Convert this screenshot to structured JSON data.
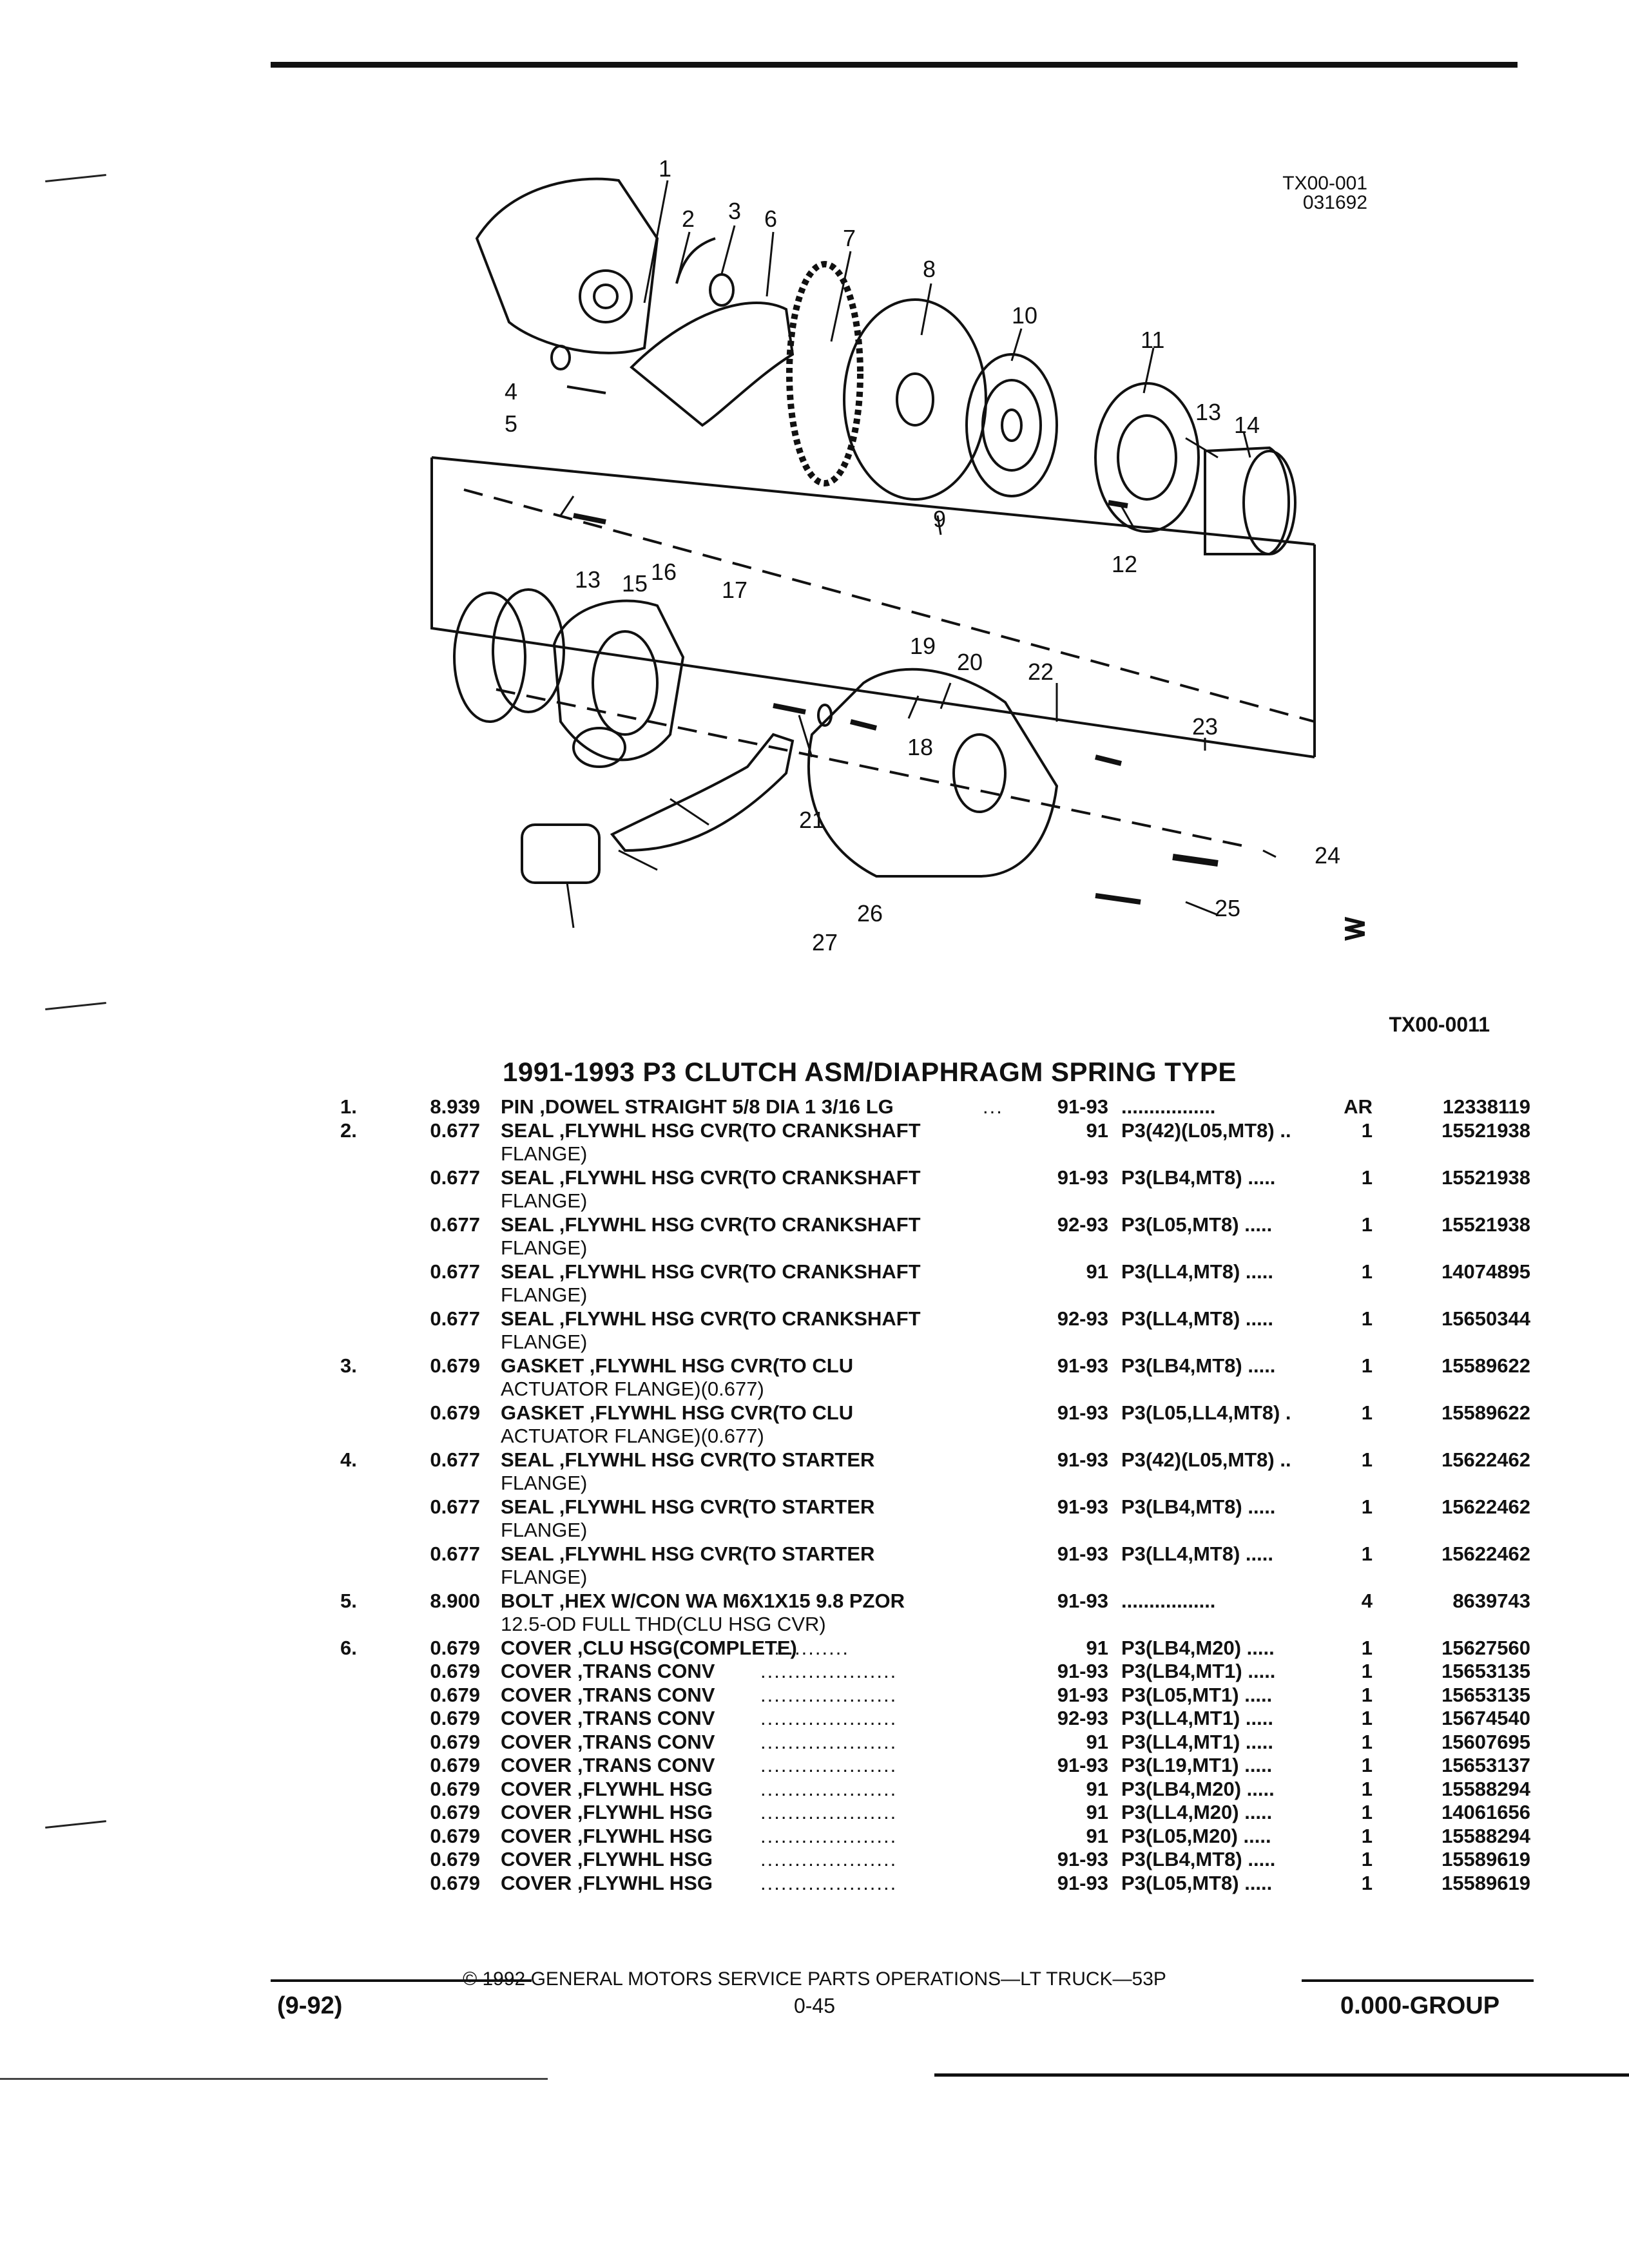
{
  "header": {
    "top_rule": true
  },
  "diagram": {
    "ref_top": "TX00-001",
    "ref_top2": "031692",
    "ref_bottom": "TX00-0011",
    "callouts": [
      "1",
      "2",
      "3",
      "4",
      "5",
      "6",
      "7",
      "8",
      "9",
      "10",
      "11",
      "12",
      "13",
      "14",
      "13",
      "15",
      "16",
      "17",
      "18",
      "19",
      "20",
      "21",
      "22",
      "23",
      "24",
      "25",
      "26",
      "27"
    ],
    "logo": "ᕒ"
  },
  "section": {
    "title": "1991-1993 P3 CLUTCH ASM/DIAPHRAGM SPRING TYPE"
  },
  "parts": [
    {
      "num": "1.",
      "code": "8.939",
      "desc": "PIN ,DOWEL STRAIGHT 5/8 DIA 1 3/16 LG",
      "desc2": "",
      "lead": "...",
      "years": "91-93",
      "app": ".................",
      "qty": "AR",
      "part": "12338119"
    },
    {
      "num": "2.",
      "code": "0.677",
      "desc": "SEAL ,FLYWHL HSG CVR(TO CRANKSHAFT",
      "desc2": "FLANGE)",
      "lead": "",
      "years": "91",
      "app": "P3(42)(L05,MT8) ..",
      "qty": "1",
      "part": "15521938"
    },
    {
      "num": "",
      "code": "0.677",
      "desc": "SEAL ,FLYWHL HSG CVR(TO CRANKSHAFT",
      "desc2": "FLANGE)",
      "lead": "",
      "years": "91-93",
      "app": "P3(LB4,MT8) .....",
      "qty": "1",
      "part": "15521938"
    },
    {
      "num": "",
      "code": "0.677",
      "desc": "SEAL ,FLYWHL HSG CVR(TO CRANKSHAFT",
      "desc2": "FLANGE)",
      "lead": "",
      "years": "92-93",
      "app": "P3(L05,MT8) .....",
      "qty": "1",
      "part": "15521938"
    },
    {
      "num": "",
      "code": "0.677",
      "desc": "SEAL ,FLYWHL HSG CVR(TO CRANKSHAFT",
      "desc2": "FLANGE)",
      "lead": "",
      "years": "91",
      "app": "P3(LL4,MT8) .....",
      "qty": "1",
      "part": "14074895"
    },
    {
      "num": "",
      "code": "0.677",
      "desc": "SEAL ,FLYWHL HSG CVR(TO CRANKSHAFT",
      "desc2": "FLANGE)",
      "lead": "",
      "years": "92-93",
      "app": "P3(LL4,MT8) .....",
      "qty": "1",
      "part": "15650344"
    },
    {
      "num": "3.",
      "code": "0.679",
      "desc": "GASKET ,FLYWHL HSG CVR(TO CLU",
      "desc2": "ACTUATOR FLANGE)(0.677)",
      "lead": "",
      "years": "91-93",
      "app": "P3(LB4,MT8) .....",
      "qty": "1",
      "part": "15589622"
    },
    {
      "num": "",
      "code": "0.679",
      "desc": "GASKET ,FLYWHL HSG CVR(TO CLU",
      "desc2": "ACTUATOR FLANGE)(0.677)",
      "lead": "",
      "years": "91-93",
      "app": "P3(L05,LL4,MT8) .",
      "qty": "1",
      "part": "15589622"
    },
    {
      "num": "4.",
      "code": "0.677",
      "desc": "SEAL ,FLYWHL HSG CVR(TO STARTER",
      "desc2": "FLANGE)",
      "lead": "",
      "years": "91-93",
      "app": "P3(42)(L05,MT8) ..",
      "qty": "1",
      "part": "15622462"
    },
    {
      "num": "",
      "code": "0.677",
      "desc": "SEAL ,FLYWHL HSG CVR(TO STARTER",
      "desc2": "FLANGE)",
      "lead": "",
      "years": "91-93",
      "app": "P3(LB4,MT8) .....",
      "qty": "1",
      "part": "15622462"
    },
    {
      "num": "",
      "code": "0.677",
      "desc": "SEAL ,FLYWHL HSG CVR(TO STARTER",
      "desc2": "FLANGE)",
      "lead": "",
      "years": "91-93",
      "app": "P3(LL4,MT8) .....",
      "qty": "1",
      "part": "15622462"
    },
    {
      "num": "5.",
      "code": "8.900",
      "desc": "BOLT ,HEX W/CON WA M6X1X15 9.8 PZOR",
      "desc2": "12.5-OD FULL THD(CLU HSG CVR)",
      "lead": "",
      "years": "91-93",
      "app": ".................",
      "qty": "4",
      "part": "8639743"
    },
    {
      "num": "6.",
      "code": "0.679",
      "desc": "COVER ,CLU HSG(COMPLETE)",
      "desc2": "",
      "lead": ".............",
      "years": "91",
      "app": "P3(LB4,M20) .....",
      "qty": "1",
      "part": "15627560"
    },
    {
      "num": "",
      "code": "0.679",
      "desc": "COVER ,TRANS CONV",
      "desc2": "",
      "lead": "....................",
      "years": "91-93",
      "app": "P3(LB4,MT1) .....",
      "qty": "1",
      "part": "15653135"
    },
    {
      "num": "",
      "code": "0.679",
      "desc": "COVER ,TRANS CONV",
      "desc2": "",
      "lead": "....................",
      "years": "91-93",
      "app": "P3(L05,MT1) .....",
      "qty": "1",
      "part": "15653135"
    },
    {
      "num": "",
      "code": "0.679",
      "desc": "COVER ,TRANS CONV",
      "desc2": "",
      "lead": "....................",
      "years": "92-93",
      "app": "P3(LL4,MT1) .....",
      "qty": "1",
      "part": "15674540"
    },
    {
      "num": "",
      "code": "0.679",
      "desc": "COVER ,TRANS CONV",
      "desc2": "",
      "lead": "....................",
      "years": "91",
      "app": "P3(LL4,MT1) .....",
      "qty": "1",
      "part": "15607695"
    },
    {
      "num": "",
      "code": "0.679",
      "desc": "COVER ,TRANS CONV",
      "desc2": "",
      "lead": "....................",
      "years": "91-93",
      "app": "P3(L19,MT1) .....",
      "qty": "1",
      "part": "15653137"
    },
    {
      "num": "",
      "code": "0.679",
      "desc": "COVER ,FLYWHL HSG",
      "desc2": "",
      "lead": "....................",
      "years": "91",
      "app": "P3(LB4,M20) .....",
      "qty": "1",
      "part": "15588294"
    },
    {
      "num": "",
      "code": "0.679",
      "desc": "COVER ,FLYWHL HSG",
      "desc2": "",
      "lead": "....................",
      "years": "91",
      "app": "P3(LL4,M20) .....",
      "qty": "1",
      "part": "14061656"
    },
    {
      "num": "",
      "code": "0.679",
      "desc": "COVER ,FLYWHL HSG",
      "desc2": "",
      "lead": "....................",
      "years": "91",
      "app": "P3(L05,M20) .....",
      "qty": "1",
      "part": "15588294"
    },
    {
      "num": "",
      "code": "0.679",
      "desc": "COVER ,FLYWHL HSG",
      "desc2": "",
      "lead": "....................",
      "years": "91-93",
      "app": "P3(LB4,MT8) .....",
      "qty": "1",
      "part": "15589619"
    },
    {
      "num": "",
      "code": "0.679",
      "desc": "COVER ,FLYWHL HSG",
      "desc2": "",
      "lead": "....................",
      "years": "91-93",
      "app": "P3(L05,MT8) .....",
      "qty": "1",
      "part": "15589619"
    }
  ],
  "footer": {
    "copyright": "© 1992 GENERAL MOTORS SERVICE PARTS OPERATIONS—LT TRUCK—53P",
    "page": "0-45",
    "date": "(9-92)",
    "group": "0.000-GROUP"
  }
}
